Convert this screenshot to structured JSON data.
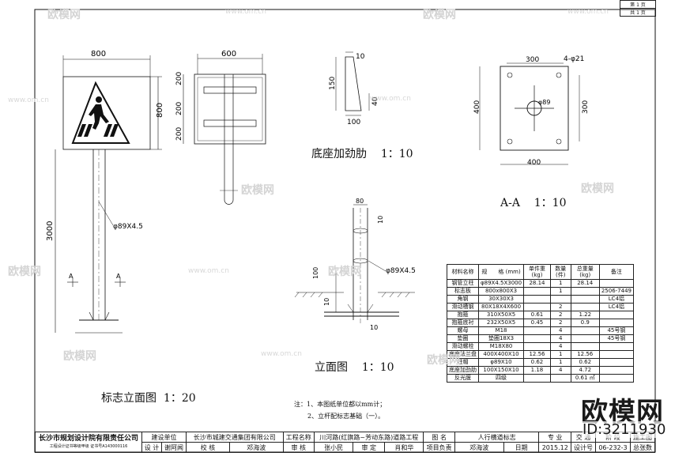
{
  "views": {
    "elevation": {
      "title": "标志立面图",
      "scale": "1：20",
      "dim_width": "800",
      "dim_height": "800",
      "dim_post_height": "3000",
      "pipe_label": "φ89X4.5",
      "section_mark": "A"
    },
    "top_view": {
      "dim_width": "600",
      "dim_200_top": "200",
      "dim_200_mid": "200",
      "dim_200_bottom": "200"
    },
    "rib": {
      "title": "底座加劲肋",
      "scale": "1：10",
      "dim_10": "10",
      "dim_150": "150",
      "dim_100": "100",
      "dim_40": "40"
    },
    "section_aa": {
      "title": "A-A",
      "scale": "1：10",
      "dim_300_top": "300",
      "dim_300_side": "300",
      "dim_400_bottom": "400",
      "dim_400_side": "400",
      "hole_label": "4-φ21",
      "center_label": "φ89"
    },
    "foundation": {
      "title": "立面图",
      "scale": "1：10",
      "dim_80": "80",
      "dim_10a": "10",
      "dim_100": "100",
      "dim_10b": "10",
      "dim_10c": "10",
      "pipe_label": "φ89X4.5"
    }
  },
  "materials": {
    "headers": [
      "材料名称",
      "规　　格 (mm)",
      "单件重 (kg)",
      "数量 (件)",
      "总重量 (kg)",
      "备注"
    ],
    "rows": [
      [
        "钢管立柱",
        "φ89X4.5X3000",
        "28.14",
        "1",
        "28.14",
        ""
      ],
      [
        "标志板",
        "800x800X3",
        "",
        "1",
        "",
        "2506-7449"
      ],
      [
        "角钢",
        "30X30X3",
        "",
        "",
        "",
        "LC4铝"
      ],
      [
        "滑动槽钢",
        "80X18X4X600",
        "",
        "2",
        "",
        "LC4铝"
      ],
      [
        "抱箍",
        "310X50X5",
        "0.61",
        "2",
        "1.22",
        ""
      ],
      [
        "抱箍底衬",
        "232X50X5",
        "0.45",
        "2",
        "0.9",
        ""
      ],
      [
        "螺母",
        "M18",
        "",
        "4",
        "",
        "45号钢"
      ],
      [
        "垫圈",
        "垫圈18X3",
        "",
        "4",
        "",
        "45号钢"
      ],
      [
        "滑动螺栓",
        "M18X80",
        "",
        "4",
        "",
        ""
      ],
      [
        "底座法兰盘",
        "400X400X10",
        "12.56",
        "1",
        "12.56",
        ""
      ],
      [
        "柱帽",
        "φ89X10",
        "0.62",
        "1",
        "0.62",
        ""
      ],
      [
        "底座加劲肋",
        "100X150X10",
        "1.18",
        "4",
        "4.72",
        ""
      ],
      [
        "反光膜",
        "四级",
        "",
        "",
        "0.61 ㎡",
        ""
      ]
    ]
  },
  "notes": {
    "line1": "注：1、本图纸单位都以mm计；",
    "line2": "2、立杆配标志基础（一）。"
  },
  "title_block": {
    "company": "长沙市规划设计院有限责任公司",
    "company_sub": "工程设计证书等级甲级 证书号A143000116",
    "build_unit_label": "建设单位",
    "build_unit": "长沙市城建交通集团有限公司",
    "project_label": "工程名称",
    "project": "川河路(红旗路~芳动东路)道路工程",
    "drawing_label": "图 名",
    "drawing": "人行横道标志",
    "major_label": "专 业",
    "major": "交 通",
    "stage_label": "阶 段",
    "stage": "施工图",
    "design_label": "设 计",
    "designer": "谢阿闻",
    "check_label": "校 核",
    "checker": "邓海波",
    "review_label": "审 核",
    "reviewer": "张小民",
    "approve_label": "审 定",
    "approver": "肖和华",
    "lead_label": "项目负责",
    "lead": "邓海波",
    "date_label": "日期",
    "date": "2015.12",
    "number_label": "设计号",
    "number": "06-232-3",
    "total_label": "总张数"
  },
  "sheet_box": {
    "row1_a": "第 1 页",
    "row2_a": "共 1 页"
  },
  "watermarks": {
    "brand": "欧模网",
    "url": "www.om.cn",
    "id_line": "ID:3211930"
  }
}
